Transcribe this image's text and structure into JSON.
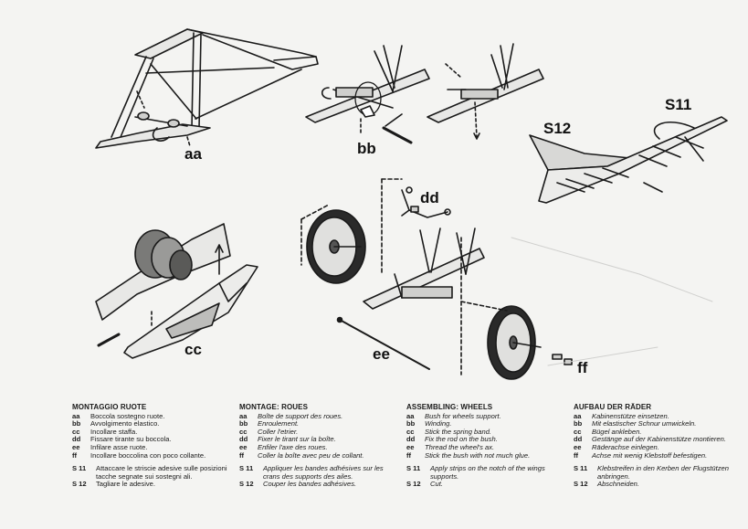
{
  "labels": {
    "aa": "aa",
    "bb": "bb",
    "cc": "cc",
    "dd": "dd",
    "ee": "ee",
    "ff": "ff",
    "s11": "S11",
    "s12": "S12"
  },
  "columns": [
    {
      "id": "it",
      "title": "MONTAGGIO RUOTE",
      "items": [
        {
          "k": "aa",
          "v": "Boccola sostegno ruote."
        },
        {
          "k": "bb",
          "v": "Avvolgimento elastico."
        },
        {
          "k": "cc",
          "v": "Incollare staffa."
        },
        {
          "k": "dd",
          "v": "Fissare tirante su boccola."
        },
        {
          "k": "ee",
          "v": "Infilare asse ruote."
        },
        {
          "k": "ff",
          "v": "Incollare boccolina con poco collante."
        }
      ],
      "notes": [
        {
          "k": "S 11",
          "v": "Attaccare le striscie adesive sulle posizioni tacche segnate sui sostegni ali."
        },
        {
          "k": "S 12",
          "v": "Tagliare le adesive."
        }
      ]
    },
    {
      "id": "fr",
      "title": "MONTAGE: ROUES",
      "items": [
        {
          "k": "aa",
          "v": "Boîte de support des roues."
        },
        {
          "k": "bb",
          "v": "Enroulement."
        },
        {
          "k": "cc",
          "v": "Coller l'etrier."
        },
        {
          "k": "dd",
          "v": "Fixer le tirant sur la boîte."
        },
        {
          "k": "ee",
          "v": "Enfiler l'axe des roues."
        },
        {
          "k": "ff",
          "v": "Coller la boîte avec peu de collant."
        }
      ],
      "notes": [
        {
          "k": "S 11",
          "v": "Appliquer les bandes adhésives sur les crans des supports des ailes."
        },
        {
          "k": "S 12",
          "v": "Couper les bandes adhésives."
        }
      ]
    },
    {
      "id": "en",
      "title": "ASSEMBLING: WHEELS",
      "items": [
        {
          "k": "aa",
          "v": "Bush for wheels support."
        },
        {
          "k": "bb",
          "v": "Winding."
        },
        {
          "k": "cc",
          "v": "Stick the spring band."
        },
        {
          "k": "dd",
          "v": "Fix the rod on the bush."
        },
        {
          "k": "ee",
          "v": "Thread the wheel's ax."
        },
        {
          "k": "ff",
          "v": "Stick the bush with not much glue."
        }
      ],
      "notes": [
        {
          "k": "S 11",
          "v": "Apply strips on the notch of the wings supports."
        },
        {
          "k": "S 12",
          "v": "Cut."
        }
      ]
    },
    {
      "id": "de",
      "title": "AUFBAU DER RÄDER",
      "items": [
        {
          "k": "aa",
          "v": "Kabinenstütze einsetzen."
        },
        {
          "k": "bb",
          "v": "Mit elastischer Schnur umwickeln."
        },
        {
          "k": "cc",
          "v": "Bügel ankleben."
        },
        {
          "k": "dd",
          "v": "Gestänge auf der Kabinenstütze montieren."
        },
        {
          "k": "ee",
          "v": "Räderachse einlegen."
        },
        {
          "k": "ff",
          "v": "Achse mit wenig Klebstoff befestigen."
        }
      ],
      "notes": [
        {
          "k": "S 11",
          "v": "Klebstreifen in den Kerben der Flugstützen anbringen."
        },
        {
          "k": "S 12",
          "v": "Abschneiden."
        }
      ]
    }
  ]
}
